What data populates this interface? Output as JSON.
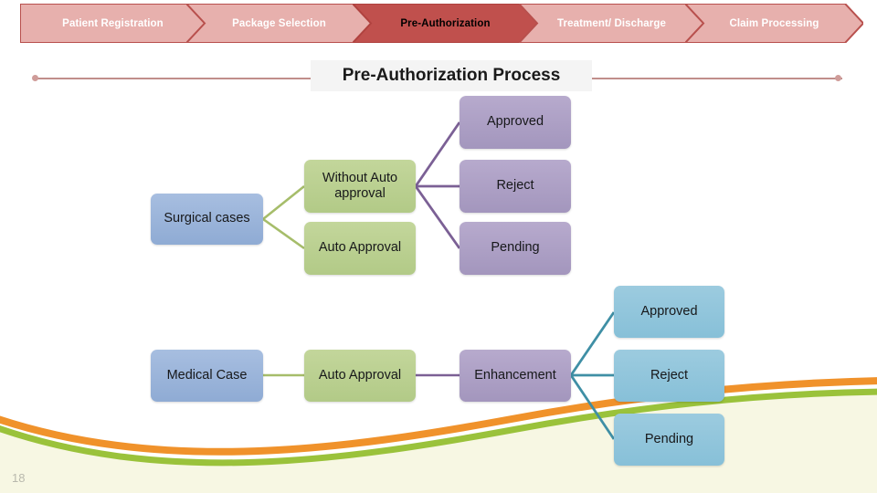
{
  "process_banner": {
    "steps": [
      {
        "label": "Patient Registration",
        "active": false
      },
      {
        "label": "Package Selection",
        "active": false
      },
      {
        "label": "Pre-Authorization",
        "active": true
      },
      {
        "label": "Treatment/ Discharge",
        "active": false
      },
      {
        "label": "Claim Processing",
        "active": false
      }
    ],
    "inactive_fill": "#e7b0ad",
    "active_fill": "#c0504d",
    "border": "#b8504d",
    "inactive_text": "#ffffff",
    "active_text": "#000000"
  },
  "section": {
    "title": "Pre-Authorization Process",
    "rule_color": "#c08e8b",
    "title_bg": "#f4f4f4"
  },
  "diagram": {
    "surgical_flow": {
      "source": "Surgical cases",
      "stage2": [
        "Without Auto approval",
        "Auto Approval"
      ],
      "outcomes": [
        "Approved",
        "Reject",
        "Pending"
      ]
    },
    "medical_flow": {
      "source": "Medical Case",
      "stage2": "Auto Approval",
      "stage3": "Enhancement",
      "outcomes": [
        "Approved",
        "Reject",
        "Pending"
      ]
    },
    "colors": {
      "blue": "#8fabd4",
      "green": "#c3d69b",
      "purple": "#b0a2c8",
      "light_blue": "#92c5dc",
      "green_connector": "#a6bd6a",
      "purple_connector": "#7b6095",
      "teal_connector": "#3f8fa5"
    }
  },
  "decoration": {
    "wave_orange": "#f0922b",
    "wave_green": "#9ac23b",
    "wave_fill": "#f7f7e3"
  },
  "footer": {
    "page_number": "18"
  }
}
